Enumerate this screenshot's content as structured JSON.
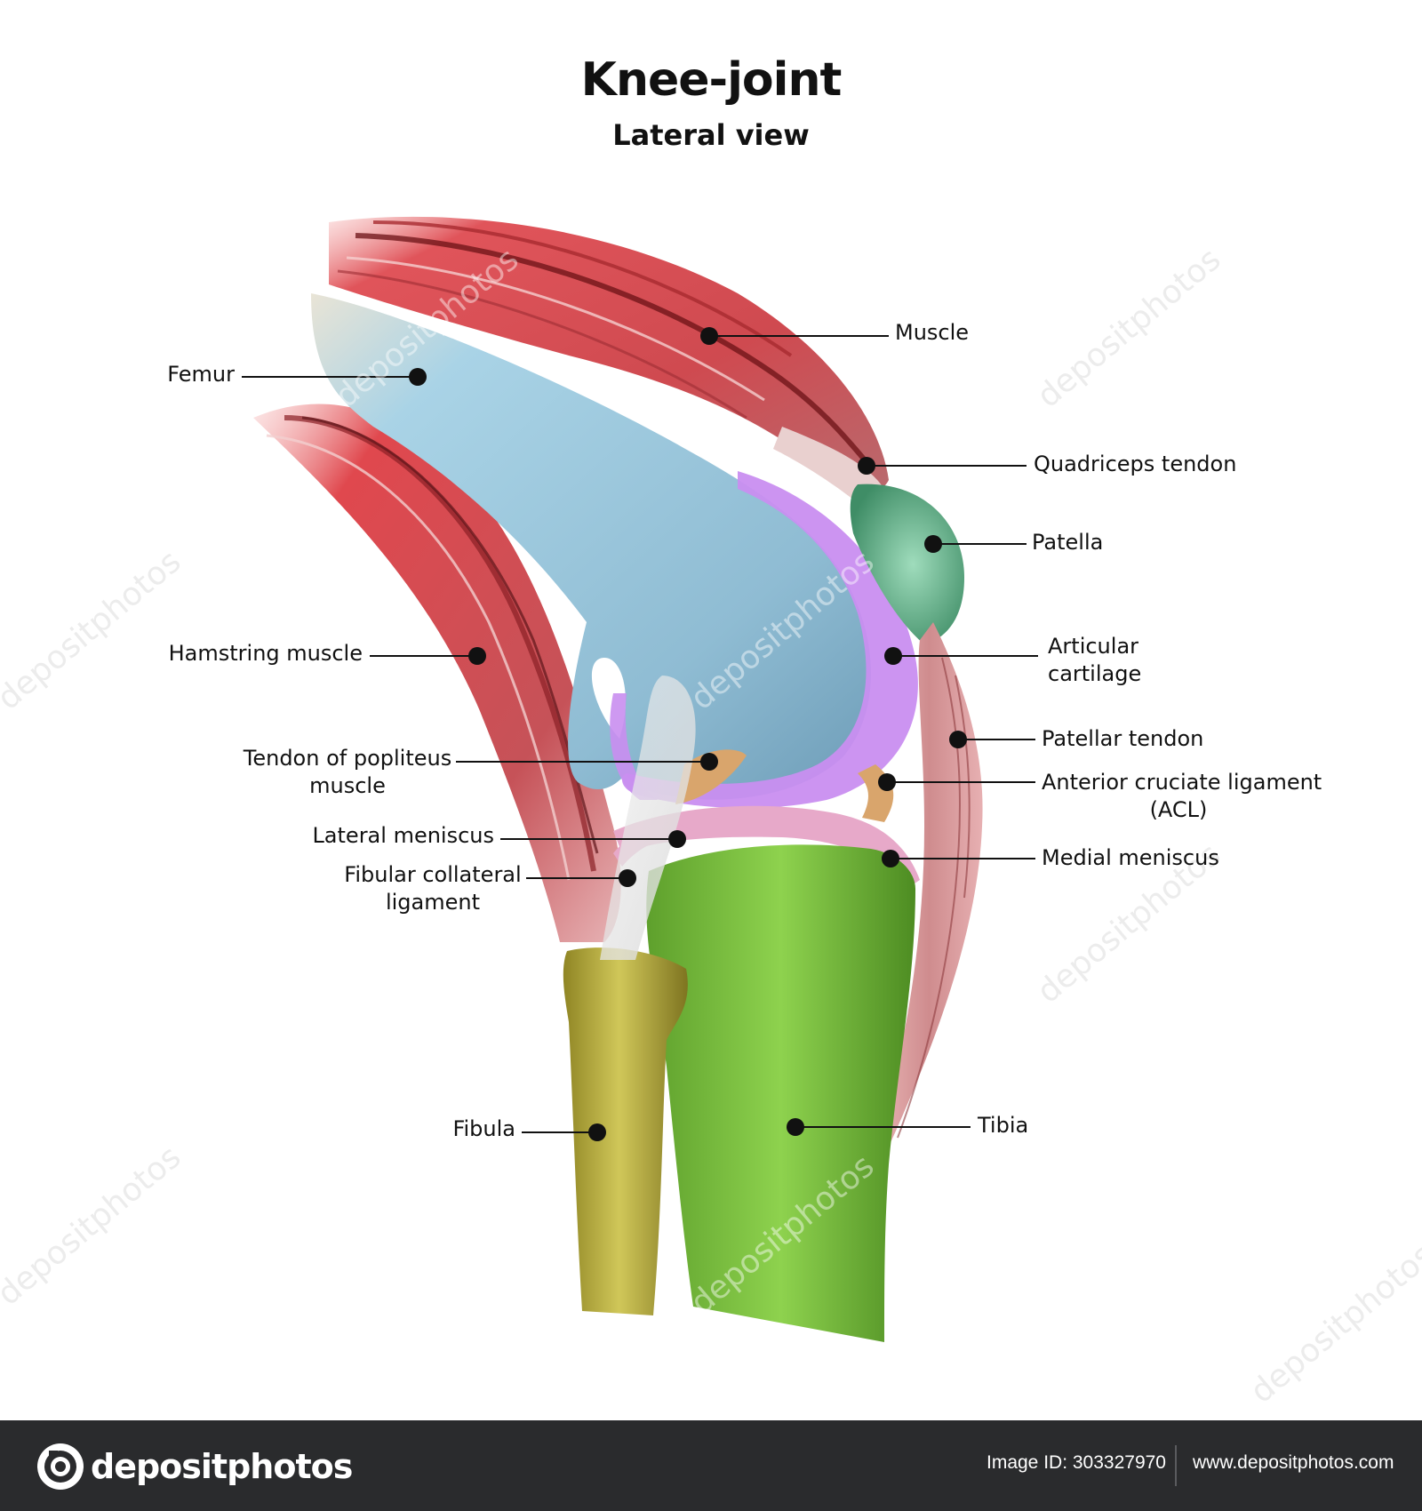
{
  "title": "Knee-joint",
  "subtitle": "Lateral view",
  "labels": {
    "muscle": "Muscle",
    "femur": "Femur",
    "quadriceps_tendon": "Quadriceps tendon",
    "patella": "Patella",
    "articular_cartilage_1": "Articular",
    "articular_cartilage_2": "cartilage",
    "hamstring_muscle": "Hamstring muscle",
    "patellar_tendon": "Patellar tendon",
    "popliteus_1": "Tendon of popliteus",
    "popliteus_2": "muscle",
    "acl_1": "Anterior cruciate ligament",
    "acl_2": "(ACL)",
    "lateral_meniscus": "Lateral meniscus",
    "medial_meniscus": "Medial meniscus",
    "fibular_collateral_1": "Fibular collateral",
    "fibular_collateral_2": "ligament",
    "fibula": "Fibula",
    "tibia": "Tibia"
  },
  "watermark": "depositphotos",
  "footer": {
    "brand": "depositphotos",
    "image_id": "Image ID: 303327970",
    "website": "www.depositphotos.com"
  },
  "colors": {
    "muscle": "#d9454b",
    "femur": "#a8cfe0",
    "cartilage": "#c98ef0",
    "patella": "#5fae86",
    "tibia": "#7fbf3f",
    "fibula": "#b3a93a",
    "meniscus": "#e7a9c9",
    "footer_bg": "#2a2b2d"
  }
}
